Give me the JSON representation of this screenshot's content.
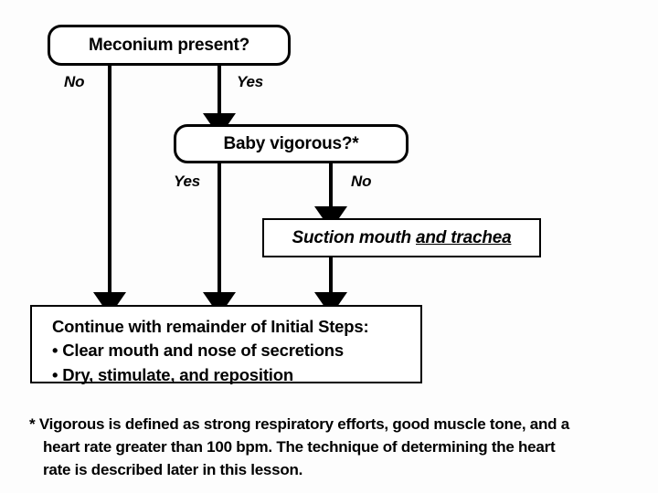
{
  "diagram": {
    "title": "Meconium management initial steps flowchart",
    "ink_color": "#000000",
    "background_color": "#ffffff",
    "nodes": [
      {
        "id": "meconium",
        "shape": "rounded-rectangle",
        "label": "Meconium present?"
      },
      {
        "id": "vigorous",
        "shape": "rounded-rectangle",
        "label": "Baby vigorous?*"
      },
      {
        "id": "suction",
        "shape": "rectangle",
        "label_prefix": "Suction mouth ",
        "label_underlined": "and trachea"
      },
      {
        "id": "continue",
        "shape": "rectangle",
        "lines": [
          "Continue with remainder of Initial Steps:",
          "• Clear mouth and nose of secretions",
          "• Dry, stimulate, and reposition"
        ]
      }
    ],
    "edges": [
      {
        "id": "meconium-no",
        "from": "meconium",
        "to": "continue",
        "label": "No"
      },
      {
        "id": "meconium-yes",
        "from": "meconium",
        "to": "vigorous",
        "label": "Yes"
      },
      {
        "id": "vigorous-yes",
        "from": "vigorous",
        "to": "continue",
        "label": "Yes"
      },
      {
        "id": "vigorous-no",
        "from": "vigorous",
        "to": "suction",
        "label": "No"
      },
      {
        "id": "suction-next",
        "from": "suction",
        "to": "continue",
        "label": ""
      }
    ]
  },
  "footnote": {
    "lines": [
      "* Vigorous is defined as strong respiratory efforts, good muscle tone, and a",
      "heart rate greater than 100 bpm. The technique of determining the heart",
      "rate is described later in this lesson."
    ]
  }
}
